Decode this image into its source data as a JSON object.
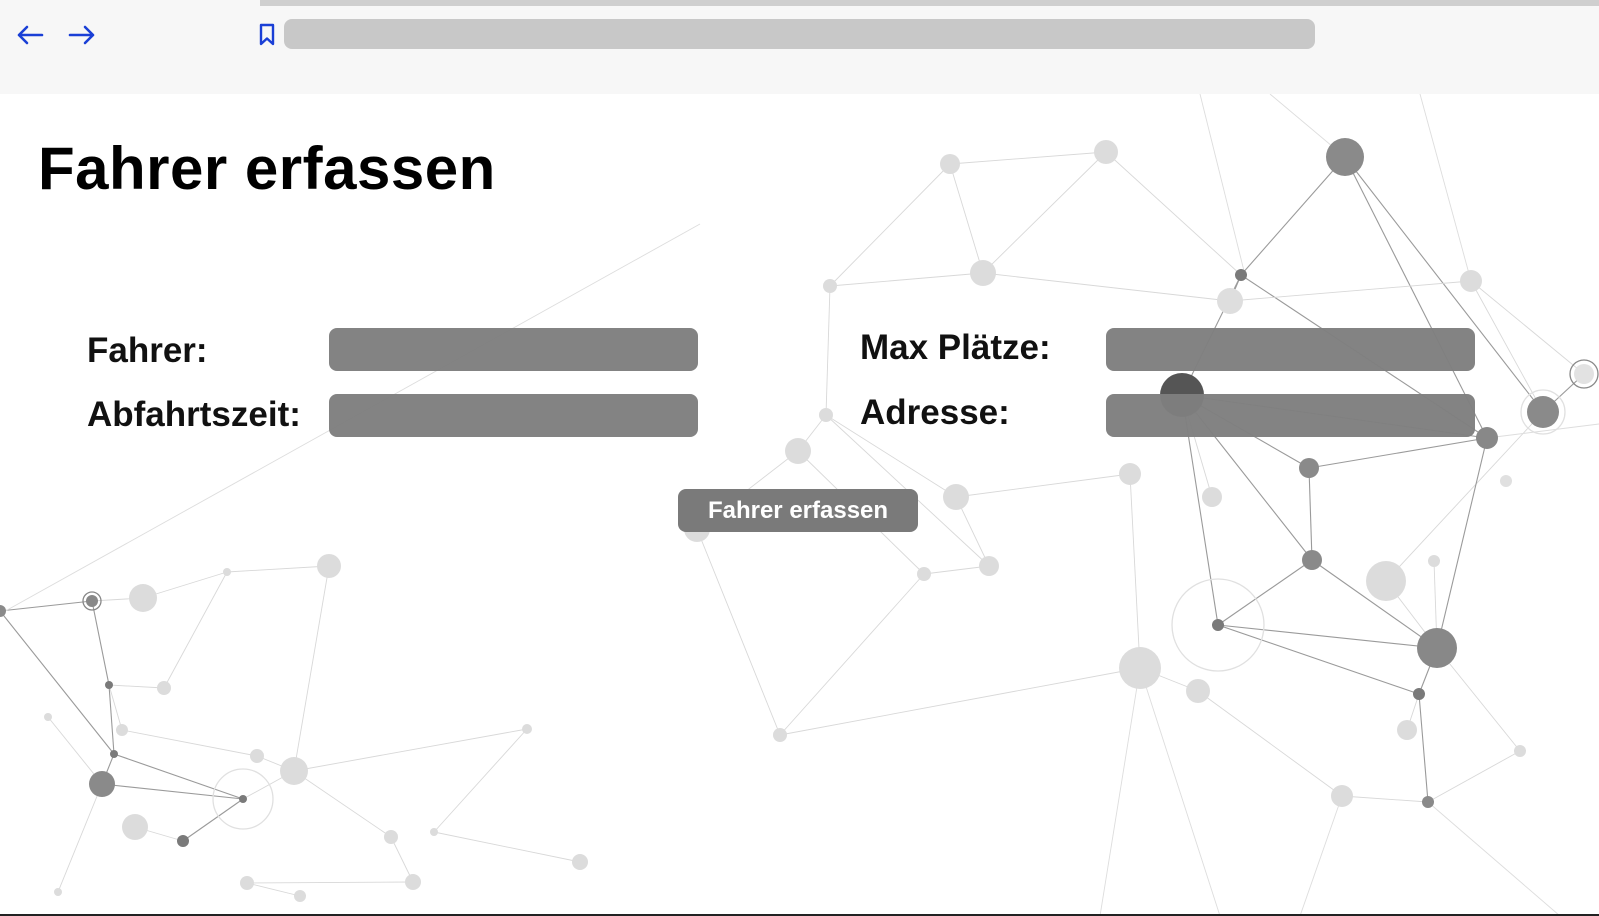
{
  "browser": {
    "back_icon": "arrow-left-icon",
    "forward_icon": "arrow-right-icon",
    "bookmark_icon": "bookmark-icon",
    "accent_color": "#1a3fd6",
    "address_value": ""
  },
  "page": {
    "title": "Fahrer erfassen",
    "fields": {
      "fahrer_label": "Fahrer:",
      "fahrer_value": "",
      "abfahrtszeit_label": "Abfahrtszeit:",
      "abfahrtszeit_value": "",
      "max_plaetze_label": "Max Plätze:",
      "max_plaetze_value": "",
      "adresse_label": "Adresse:",
      "adresse_value": ""
    },
    "submit_label": "Fahrer erfassen",
    "input_color": "#7f7f7f",
    "button_color": "#7a7a7a"
  }
}
